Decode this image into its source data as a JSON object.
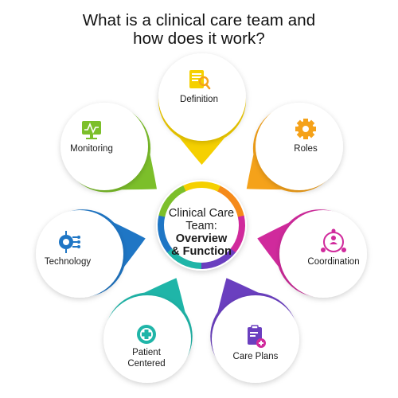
{
  "title": {
    "line1": "What is a clinical care team and",
    "line2": "how does it work?"
  },
  "center": {
    "line1": "Clinical Care",
    "line2": "Team:",
    "line3": "Overview",
    "line4": "& Function"
  },
  "nodes": [
    {
      "id": "definition",
      "label_lines": [
        "Definition"
      ],
      "icon": "document-search-icon",
      "color": "#f5d000"
    },
    {
      "id": "roles",
      "label_lines": [
        "Roles"
      ],
      "icon": "gear-icon",
      "color": "#f5a21a"
    },
    {
      "id": "coordination",
      "label_lines": [
        "Coordination"
      ],
      "icon": "team-network-icon",
      "color": "#d02a9c"
    },
    {
      "id": "care-plans",
      "label_lines": [
        "Care Plans"
      ],
      "icon": "clipboard-plus-icon",
      "color": "#6a3fbf"
    },
    {
      "id": "patient-centered",
      "label_lines": [
        "Patient",
        "Centered"
      ],
      "icon": "medical-cross-icon",
      "color": "#1fb5a8"
    },
    {
      "id": "technology",
      "label_lines": [
        "Technology"
      ],
      "icon": "circuit-chip-icon",
      "color": "#1f76c5"
    },
    {
      "id": "monitoring",
      "label_lines": [
        "Monitoring"
      ],
      "icon": "monitor-chart-icon",
      "color": "#7cbf2a"
    }
  ],
  "ring_colors": [
    "#f5d000",
    "#f58a1a",
    "#d02a9c",
    "#6a3fbf",
    "#1fb5a8",
    "#1f76c5",
    "#7cbf2a"
  ]
}
